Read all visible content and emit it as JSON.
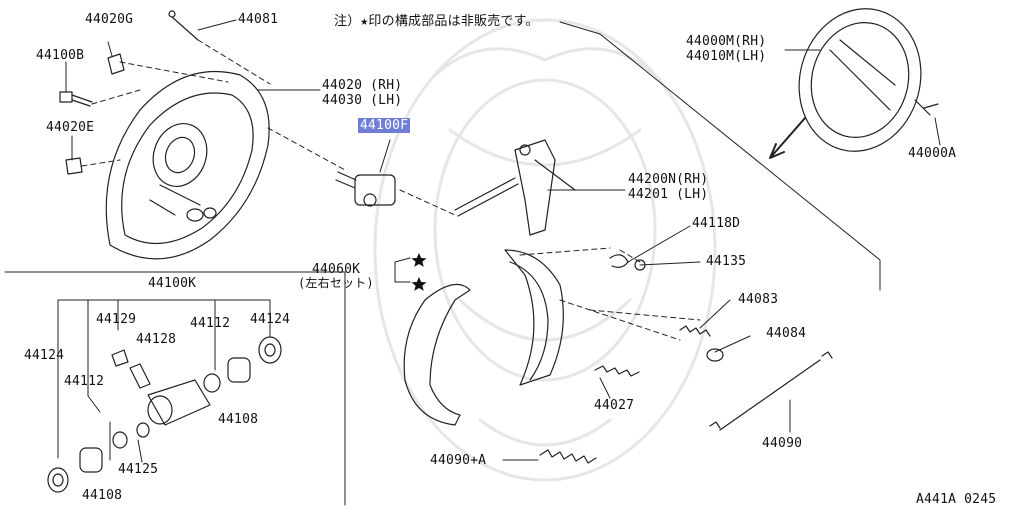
{
  "note": "注）★印の構成部品は非販売です。",
  "diagram_code": "A441A 0245",
  "labels": {
    "p44020G": "44020G",
    "p44081": "44081",
    "p44100B": "44100B",
    "p44020E": "44020E",
    "p44020_rh": "44020 (RH)",
    "p44030_lh": "44030 (LH)",
    "p44100F": "44100F",
    "p44000M_rh": "44000M(RH)",
    "p44010M_lh": "44010M(LH)",
    "p44000A": "44000A",
    "p44200N_rh": "44200N(RH)",
    "p44201_lh": "44201 (LH)",
    "p44118D": "44118D",
    "p44135": "44135",
    "p44060K": "44060K",
    "p44060K_note": "(左右セット)",
    "p44083": "44083",
    "p44084": "44084",
    "p44027": "44027",
    "p44090": "44090",
    "p44090A": "44090+A",
    "p44100K": "44100K",
    "p44129": "44129",
    "p44112_a": "44112",
    "p44124_a": "44124",
    "p44128": "44128",
    "p44124_b": "44124",
    "p44112_b": "44112",
    "p44108_a": "44108",
    "p44125": "44125",
    "p44108_b": "44108"
  },
  "highlight_color": "#6f7ed6"
}
